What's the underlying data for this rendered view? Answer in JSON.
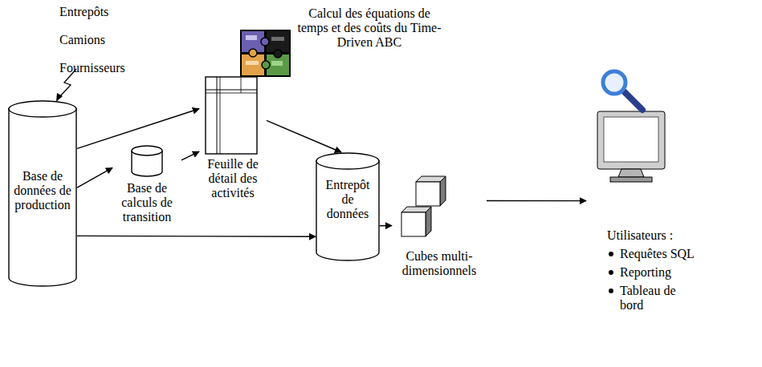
{
  "diagram": {
    "nodes": [
      {
        "text": [
          "Base de données de production"
        ]
      },
      {
        "text": [
          "Base de calculs de transition"
        ]
      },
      {
        "text": [
          "Feuille de détail des activités"
        ]
      },
      {
        "text": [
          "Entrepôt de données"
        ]
      },
      {
        "text": [
          "Cubes multi-dimensionnels"
        ]
      },
      {
        "text": [
          "Utilisateurs :",
          "Requêtes SQL",
          "Reporting",
          "Tableau de bord"
        ]
      }
    ],
    "edges": [
      {
        "from": 0,
        "to": 2,
        "arrow": "to"
      },
      {
        "from": 0,
        "to": 1,
        "arrow": "to"
      },
      {
        "from": 1,
        "to": 2,
        "arrow": "to"
      },
      {
        "from": 2,
        "to": 3,
        "arrow": "to"
      },
      {
        "from": 0,
        "to": 3,
        "arrow": "to"
      },
      {
        "from": 3,
        "to": 4,
        "arrow": "to"
      },
      {
        "from": 4,
        "to": 5,
        "arrow": "to"
      }
    ],
    "labels": [
      "Entrepôts",
      "Camions",
      "Fournisseurs",
      "Calcul des équations de temps et des coûts du Time-Driven ABC"
    ]
  }
}
